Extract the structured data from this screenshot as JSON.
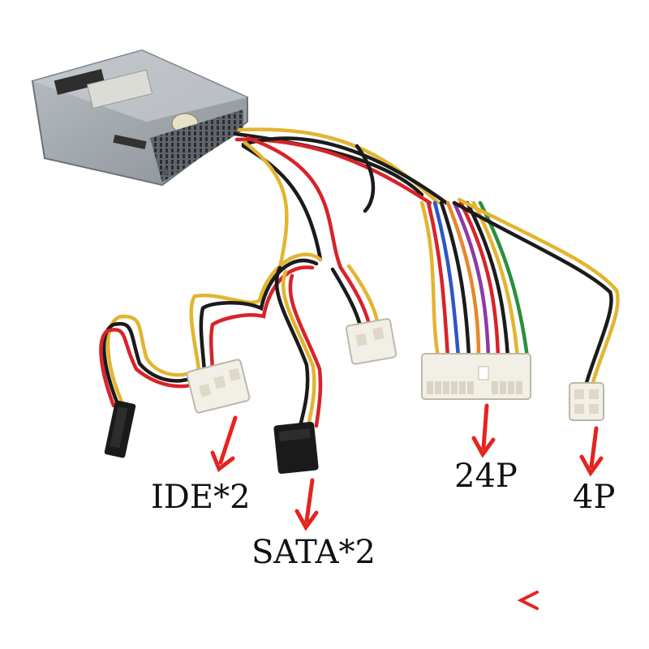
{
  "labels": {
    "ide": "IDE*2",
    "sata": "SATA*2",
    "p24": "24P",
    "p4": "4P"
  },
  "colors": {
    "arrow": "#e52420",
    "wire_black": "#1b1b1b",
    "wire_red": "#d8232a",
    "wire_yellow": "#e2b531",
    "wire_orange": "#e8862a",
    "wire_blue": "#2f56c7",
    "wire_purple": "#8c3aa8",
    "wire_green": "#2a8f3c",
    "psu_case": "#9aa0a6",
    "connector": "#f2efe6"
  },
  "icons": [
    "power-supply-unit",
    "ide-molex-connector",
    "sata-power-connector",
    "atx-24pin-connector",
    "cpu-4pin-connector",
    "red-arrow"
  ]
}
